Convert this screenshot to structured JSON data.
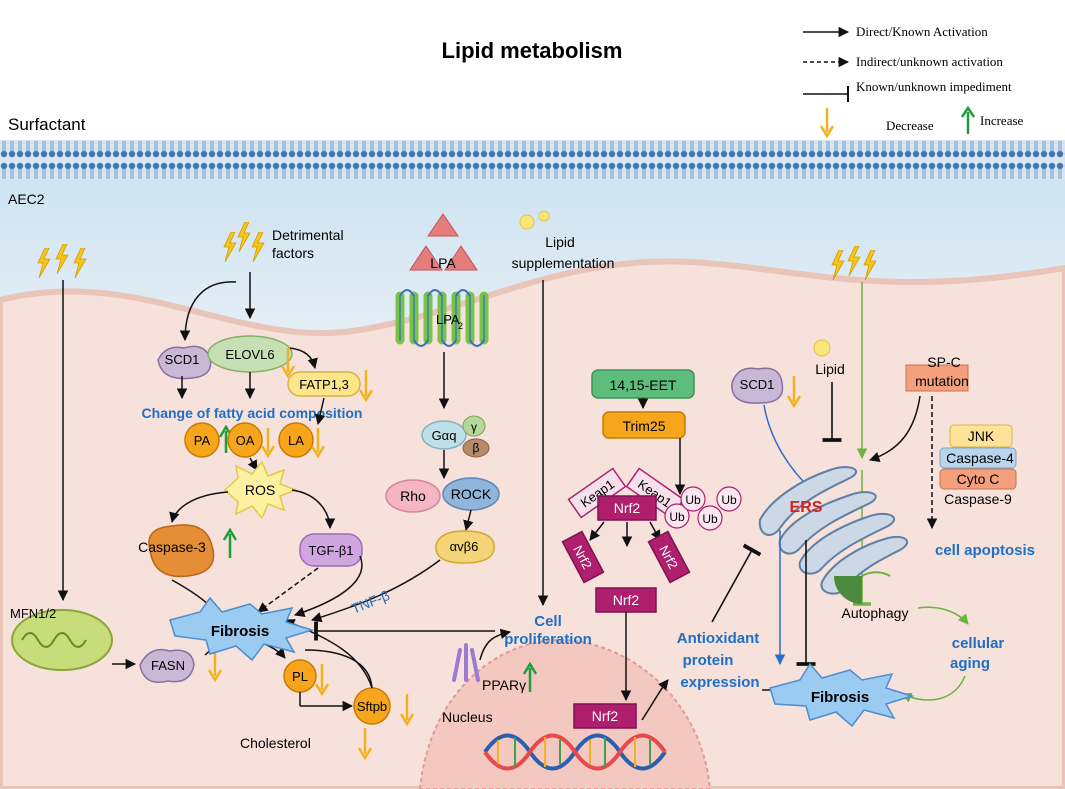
{
  "title": "Lipid metabolism",
  "legend": {
    "direct": "Direct/Known Activation",
    "indirect": "Indirect/unknown activation",
    "impediment": "Known/unknown impediment",
    "decrease": "Decrease",
    "increase": "Increase"
  },
  "regions": {
    "surfactant": "Surfactant",
    "aec2": "AEC2",
    "nucleus": "Nucleus"
  },
  "labels": {
    "detrimental_1": "Detrimental",
    "detrimental_2": "factors",
    "scd1_left": "SCD1",
    "elovl6": "ELOVL6",
    "fatp": "FATP1,3",
    "fatty_acid_change": "Change of fatty acid composition",
    "pa": "PA",
    "oa": "OA",
    "la": "LA",
    "ros": "ROS",
    "caspase3": "Caspase-3",
    "tgfb1": "TGF-β1",
    "fibrosis_left": "Fibrosis",
    "mfn": "MFN1/2",
    "fasn": "FASN",
    "pl": "PL",
    "cholesterol": "Cholesterol",
    "sftpb": "Sftpb",
    "lpa": "LPA",
    "lpa_receptor": "LPA",
    "lpa_receptor_sub": "2",
    "gaq": "Gαq",
    "gamma": "γ",
    "beta": "β",
    "rho": "Rho",
    "rock": "ROCK",
    "integrin": "αvβ6",
    "tnfb": "TNF-β",
    "lipid_supp_1": "Lipid",
    "lipid_supp_2": "supplementation",
    "cell_prolif_1": "Cell",
    "cell_prolif_2": "proliferation",
    "ppar": "PPARγ",
    "eet": "14,15-EET",
    "trim25": "Trim25",
    "keap1_a": "Keap1",
    "keap1_b": "Keap1",
    "nrf2_main": "Nrf2",
    "nrf2_left": "Nrf2",
    "nrf2_right": "Nrf2",
    "nrf2_mid": "Nrf2",
    "nrf2_nucleus": "Nrf2",
    "ub": "Ub",
    "antiox_1": "Antioxidant",
    "antiox_2": "protein",
    "antiox_3": "expression",
    "scd1_right": "SCD1",
    "lipid_right": "Lipid",
    "spc_1": "SP-C",
    "spc_2": "mutation",
    "ers": "ERS",
    "jnk": "JNK",
    "caspase4": "Caspase-4",
    "cytoc": "Cyto C",
    "caspase9": "Caspase-9",
    "apoptosis": "cell apoptosis",
    "autophagy": "Autophagy",
    "aging_1": "cellular",
    "aging_2": "aging",
    "fibrosis_right": "Fibrosis"
  },
  "colors": {
    "decrease_arrow": "#f2b21b",
    "increase_arrow": "#1f9d3a",
    "blue_text": "#1f6fc4",
    "ers_red": "#d42020",
    "nrf2": "#b01e6e",
    "orange_node": "#f7a61b"
  }
}
